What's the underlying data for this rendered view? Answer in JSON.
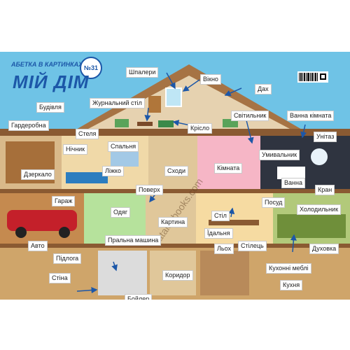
{
  "colors": {
    "sky": "#6fc3e6",
    "ground": "#cfa56a",
    "roof": "#a67344",
    "accent": "#1c57a8",
    "wall": "#e6d2b0"
  },
  "header": {
    "series": "АБЕТКА В КАРТИНКАХ",
    "number": "№31",
    "title": "МІЙ ДІМ"
  },
  "watermark": "catalogbooks.com",
  "labels": {
    "wallpaper": "Шпалери",
    "window": "Вікно",
    "roof": "Дах",
    "building": "Будівля",
    "coffee_table": "Журнальний стіл",
    "wardrobe": "Гардеробна",
    "lamp": "Світильник",
    "bathroom": "Ванна кімната",
    "ceiling": "Стеля",
    "armchair": "Крісло",
    "toilet": "Унітаз",
    "night_light": "Нічник",
    "bedroom": "Спальня",
    "sink": "Умивальник",
    "mirror": "Дзеркало",
    "bed": "Ліжко",
    "stairs": "Сходи",
    "room": "Кімната",
    "bathtub": "Ванна",
    "floor_level": "Поверх",
    "tap": "Кран",
    "garage": "Гараж",
    "clothes": "Одяг",
    "dishes": "Посуд",
    "fridge": "Холодильник",
    "painting": "Картина",
    "table": "Стіл",
    "dining_room": "Їдальня",
    "car": "Авто",
    "washing_machine": "Пральна машина",
    "oven": "Духовка",
    "chair": "Стілець",
    "floor": "Підлога",
    "cellar": "Льох",
    "boiler": "Бойлер",
    "hallway": "Коридор",
    "kitchen_furniture": "Кухонні меблі",
    "wall": "Стіна",
    "kitchen": "Кухня"
  }
}
